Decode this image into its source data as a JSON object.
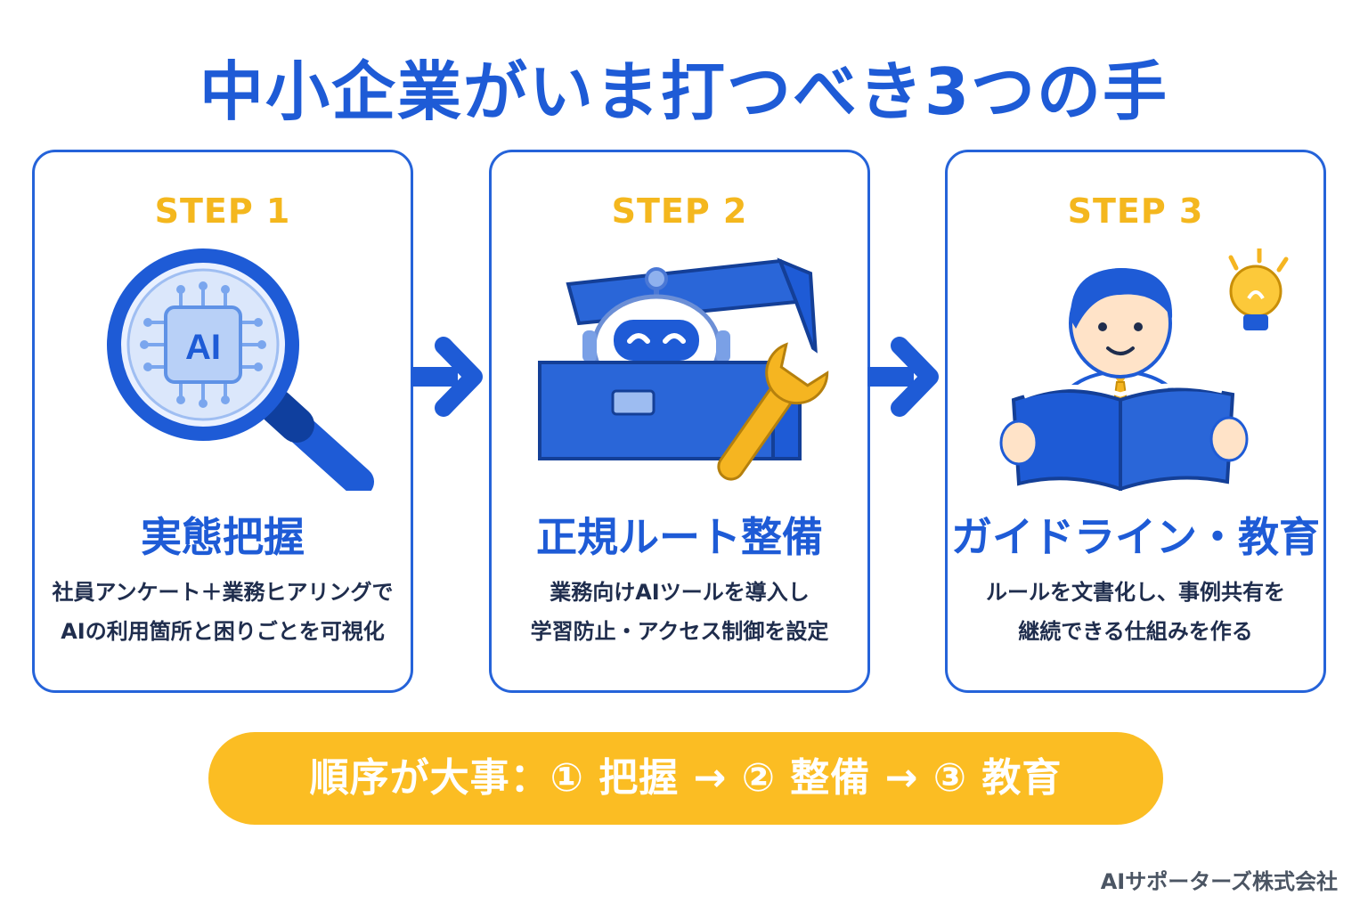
{
  "title": "中小企業がいま打つべき3つの手",
  "steps": [
    {
      "label": "STEP 1",
      "title": "実態把握",
      "description": [
        "社員アンケート＋業務ヒアリングで",
        "AIの利用箇所と困りごとを可視化"
      ],
      "chip_text": "AI",
      "icon": "magnifier-ai-chip-icon"
    },
    {
      "label": "STEP 2",
      "title": "正規ルート整備",
      "description": [
        "業務向けAIツールを導入し",
        "学習防止・アクセス制御を設定"
      ],
      "icon": "robot-toolbox-wrench-icon"
    },
    {
      "label": "STEP 3",
      "title": "ガイドライン・教育",
      "description": [
        "ルールを文書化し、事例共有を",
        "継続できる仕組みを作る"
      ],
      "icon": "person-reading-book-lightbulb-icon"
    }
  ],
  "banner": "順序が大事：① 把握 → ② 整備 → ③ 教育",
  "footer": "AIサポーターズ株式会社",
  "colors": {
    "primary": "#1e5bd6",
    "accent": "#f4b71e",
    "banner": "#fbbd23",
    "text": "#1f2d4d"
  }
}
